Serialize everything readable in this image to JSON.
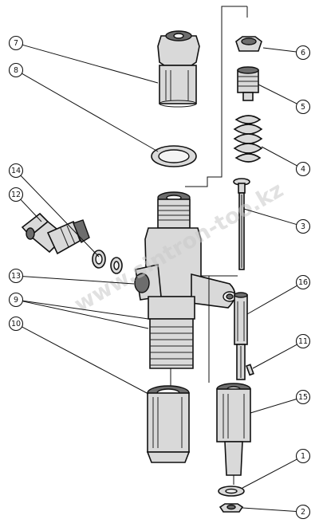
{
  "watermark": "www.sintron-too.kz",
  "callouts": [
    {
      "num": "7"
    },
    {
      "num": "8"
    },
    {
      "num": "6"
    },
    {
      "num": "5"
    },
    {
      "num": "4"
    },
    {
      "num": "3"
    },
    {
      "num": "14"
    },
    {
      "num": "12"
    },
    {
      "num": "13"
    },
    {
      "num": "9"
    },
    {
      "num": "10"
    },
    {
      "num": "16"
    },
    {
      "num": "11"
    },
    {
      "num": "15"
    },
    {
      "num": "1"
    },
    {
      "num": "2"
    }
  ]
}
